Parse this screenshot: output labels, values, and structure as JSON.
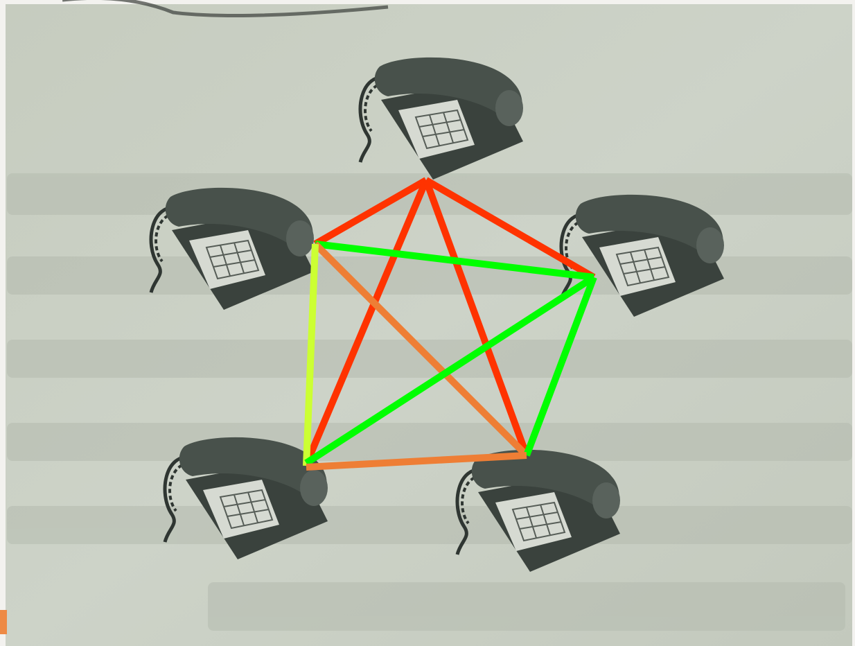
{
  "scene": {
    "paper_color": "#c9cfc3",
    "phone_body_color": "#3e4641",
    "phone_keypad_color": "#d9ddd6",
    "phones": [
      "telephone-icon",
      "telephone-icon",
      "telephone-icon",
      "telephone-icon",
      "telephone-icon"
    ],
    "line_colors": {
      "red": "#ff3300",
      "green": "#00ff00",
      "orange": "#ee7e35",
      "yellow_green": "#ccff33"
    },
    "connections": [
      {
        "from": "top",
        "to": "left",
        "color": "red"
      },
      {
        "from": "top",
        "to": "right",
        "color": "red"
      },
      {
        "from": "top",
        "to": "bottom-left",
        "color": "red"
      },
      {
        "from": "top",
        "to": "bottom-right",
        "color": "red"
      },
      {
        "from": "left",
        "to": "right",
        "color": "green"
      },
      {
        "from": "left",
        "to": "bottom-right",
        "color": "orange"
      },
      {
        "from": "left",
        "to": "bottom-left",
        "color": "yellow_green"
      },
      {
        "from": "right",
        "to": "bottom-left",
        "color": "green"
      },
      {
        "from": "right",
        "to": "bottom-right",
        "color": "green"
      },
      {
        "from": "bottom-left",
        "to": "bottom-right",
        "color": "orange"
      }
    ]
  }
}
